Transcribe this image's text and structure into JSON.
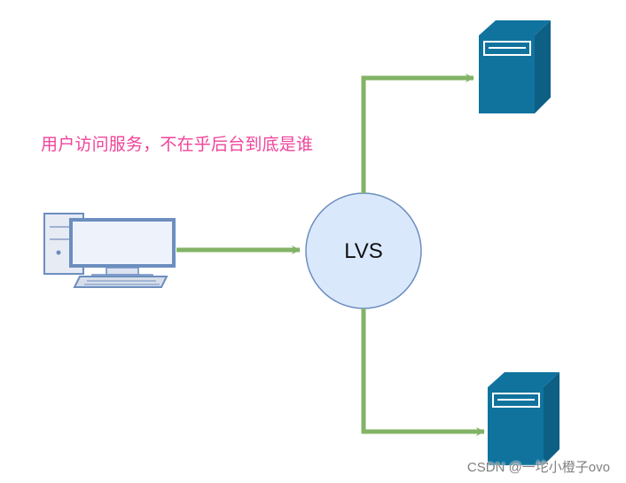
{
  "diagram": {
    "annotation": "用户访问服务，不在乎后台到底是谁",
    "center_node": "LVS",
    "colors": {
      "arrow": "#82b366",
      "node_fill": "#dae8fc",
      "node_stroke": "#6c8ebf",
      "server": "#10739e",
      "computer_frame": "#6c8ebf",
      "computer_screen": "#eef3fb",
      "annotation": "#f0449a"
    },
    "icons": {
      "client": "desktop-computer-icon",
      "server_top": "server-tower-icon",
      "server_bottom": "server-tower-icon"
    }
  },
  "watermark": "CSDN @一坨小橙子ovo"
}
